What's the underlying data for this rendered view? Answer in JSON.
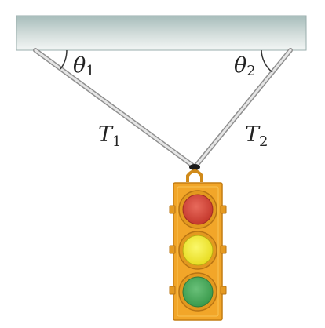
{
  "labels": {
    "theta1": {
      "main": "θ",
      "sub": "1"
    },
    "theta2": {
      "main": "θ",
      "sub": "2"
    },
    "T1": {
      "main": "T",
      "sub": "1"
    },
    "T2": {
      "main": "T",
      "sub": "2"
    }
  },
  "colors": {
    "ceiling_top": "#a9bfbd",
    "ceiling_bottom": "#f2f5f4",
    "cable": "#bdbdbd",
    "housing": "#f2a629",
    "housing_edge": "#c47d12",
    "lamp_red": "#d9473a",
    "lamp_yellow": "#f4ec3a",
    "lamp_green": "#4cab5c"
  },
  "icons": {
    "traffic_light": "traffic-light-icon"
  }
}
